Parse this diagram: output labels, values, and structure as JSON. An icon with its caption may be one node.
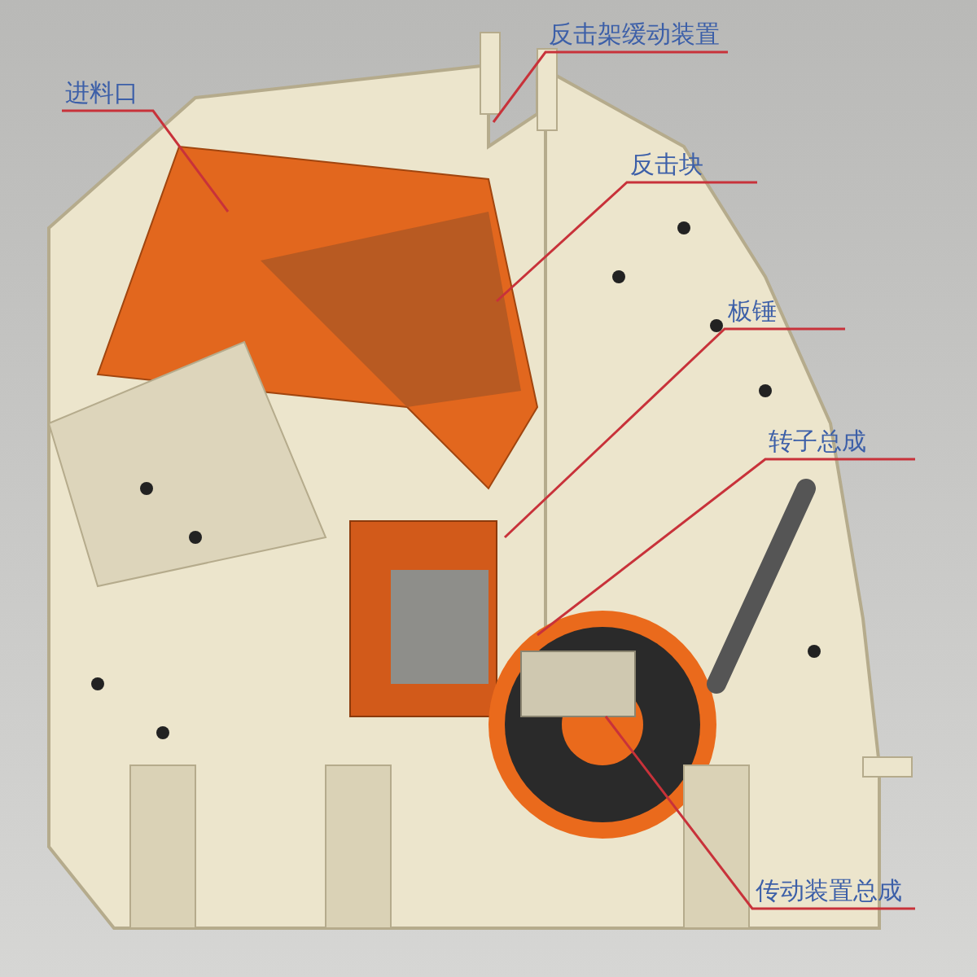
{
  "diagram": {
    "nodes": [
      {
        "text": [
          "反击架缓动装置"
        ]
      },
      {
        "text": [
          "进料口"
        ]
      },
      {
        "text": [
          "反击块"
        ]
      },
      {
        "text": [
          "板锤"
        ]
      },
      {
        "text": [
          "转子总成"
        ]
      },
      {
        "text": [
          "传动装置总成"
        ]
      }
    ],
    "edges": [
      {
        "from": 0,
        "to": null,
        "arrow": "none"
      },
      {
        "from": 1,
        "to": null,
        "arrow": "none"
      },
      {
        "from": 2,
        "to": null,
        "arrow": "none"
      },
      {
        "from": 3,
        "to": null,
        "arrow": "none"
      },
      {
        "from": 4,
        "to": null,
        "arrow": "none"
      },
      {
        "from": 5,
        "to": null,
        "arrow": "none"
      }
    ]
  }
}
